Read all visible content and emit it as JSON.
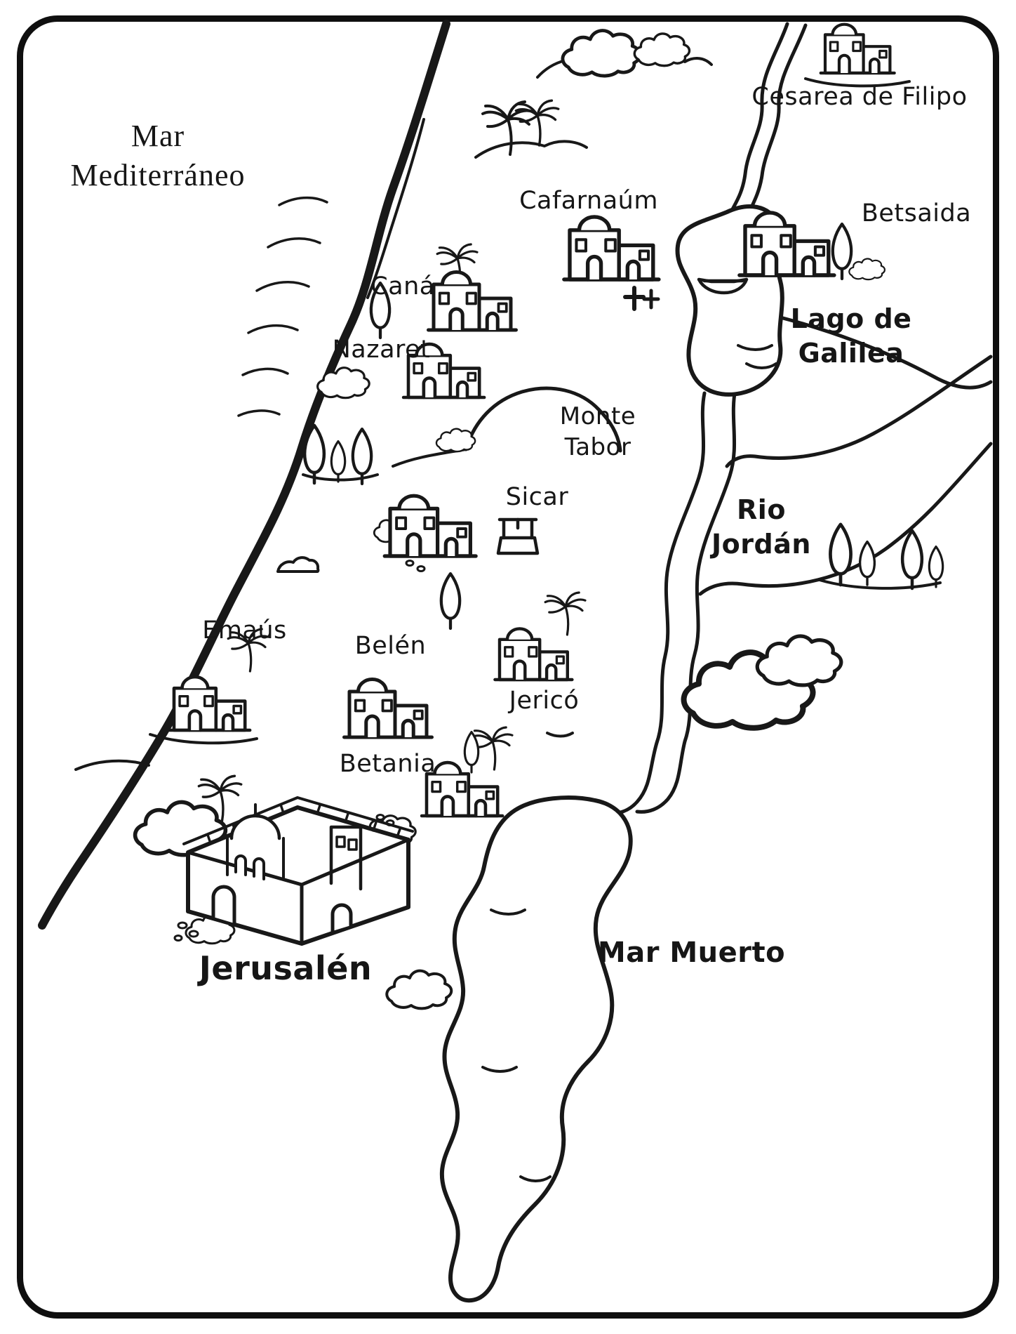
{
  "map": {
    "seas": {
      "mar_mediterraneo_line1": "Mar",
      "mar_mediterraneo_line2": "Mediterráneo",
      "lago_line1": "Lago de",
      "lago_line2": "Galilea",
      "mar_muerto": "Mar Muerto"
    },
    "rivers": {
      "rio_line1": "Rio",
      "rio_line2": "Jordán"
    },
    "mountains": {
      "monte_line1": "Monte",
      "monte_line2": "Tabor"
    },
    "places": {
      "cesarea": "Cesarea de Filipo",
      "cafarnaum": "Cafarnaúm",
      "betsaida": "Betsaida",
      "cana": "Caná",
      "nazaret": "Nazaret",
      "sicar": "Sicar",
      "emaus": "Emaús",
      "belen": "Belén",
      "jerico": "Jericó",
      "betania": "Betania",
      "jerusalen": "Jerusalén"
    },
    "icons": {
      "village": "house-cluster-icon",
      "city": "walled-city-icon",
      "tree_cypress": "cypress-tree-icon",
      "tree_palm": "palm-tree-icon",
      "bush": "bush-icon",
      "boat": "boat-icon",
      "well": "well-icon",
      "cross": "cross-icon",
      "rocks": "rocks-icon"
    },
    "colors": {
      "ink": "#181818",
      "paper": "#ffffff"
    }
  }
}
